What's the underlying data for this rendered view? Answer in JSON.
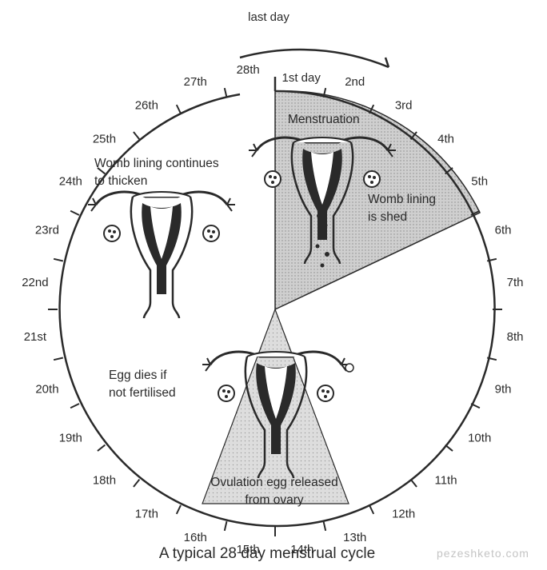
{
  "days": [
    "1st day",
    "2nd",
    "3rd",
    "4th",
    "5th",
    "6th",
    "7th",
    "8th",
    "9th",
    "10th",
    "11th",
    "12th",
    "13th",
    "14th",
    "15th",
    "16th",
    "17th",
    "18th",
    "19th",
    "20th",
    "21st",
    "22nd",
    "23rd",
    "24th",
    "25th",
    "26th",
    "27th",
    "28th"
  ],
  "last_day_label": "last day",
  "labels": {
    "menstruation": "Menstruation",
    "shed_line1": "Womb lining",
    "shed_line2": "is shed",
    "thicken_line1": "Womb lining continues",
    "thicken_line2": "to thicken",
    "egg_line1": "Egg dies if",
    "egg_line2": "not fertilised",
    "ovulation_line1": "Ovulation egg released",
    "ovulation_line2": "from ovary"
  },
  "caption": "A typical 28 day menstrual cycle",
  "watermark": "pezeshketo.com",
  "colors": {
    "ink": "#2a2a2a",
    "shade": "#c9c9c9",
    "shade_light": "#dcdcdc"
  }
}
